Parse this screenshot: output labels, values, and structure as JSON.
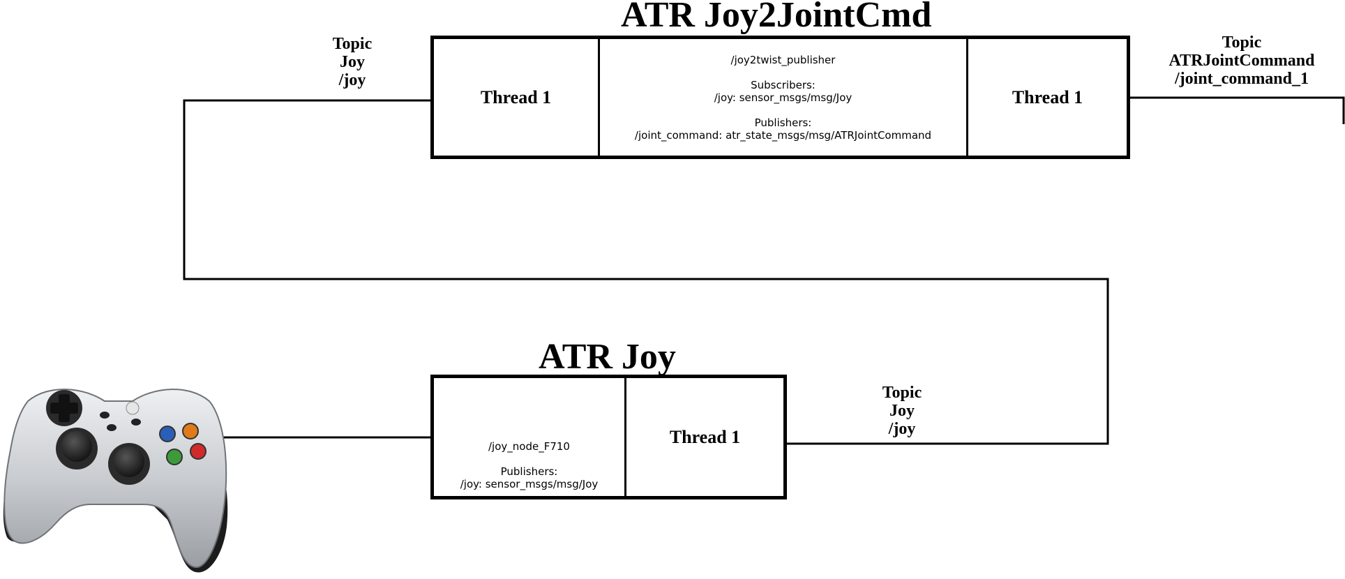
{
  "nodes": {
    "joy2jointcmd": {
      "title": "ATR Joy2JointCmd",
      "left_thread": "Thread 1",
      "right_thread": "Thread 1",
      "node_name": "/joy2twist_publisher",
      "subscribers_heading": "Subscribers:",
      "subscriber": "/joy: sensor_msgs/msg/Joy",
      "publishers_heading": "Publishers:",
      "publisher": "/joint_command: atr_state_msgs/msg/ATRJointCommand"
    },
    "joy": {
      "title": "ATR Joy",
      "thread": "Thread 1",
      "node_name": "/joy_node_F710",
      "publishers_heading": "Publishers:",
      "publisher": "/joy: sensor_msgs/msg/Joy"
    }
  },
  "topics": {
    "joy_in": {
      "line1": "Topic",
      "line2": "Joy",
      "line3": "/joy"
    },
    "joint_cmd_out": {
      "line1": "Topic",
      "line2": "ATRJointCommand",
      "line3": "/joint_command_1"
    },
    "joy_out": {
      "line1": "Topic",
      "line2": "Joy",
      "line3": "/joy"
    }
  },
  "colors": {
    "line": "#000000",
    "gamepad_body": "#c9ccd0",
    "gamepad_dark": "#1c1c1c",
    "button_blue": "#2a5fb8",
    "button_orange": "#e07a1a",
    "button_green": "#3c9a3a",
    "button_red": "#d02a2a"
  },
  "icons": [
    "gamepad-icon"
  ]
}
